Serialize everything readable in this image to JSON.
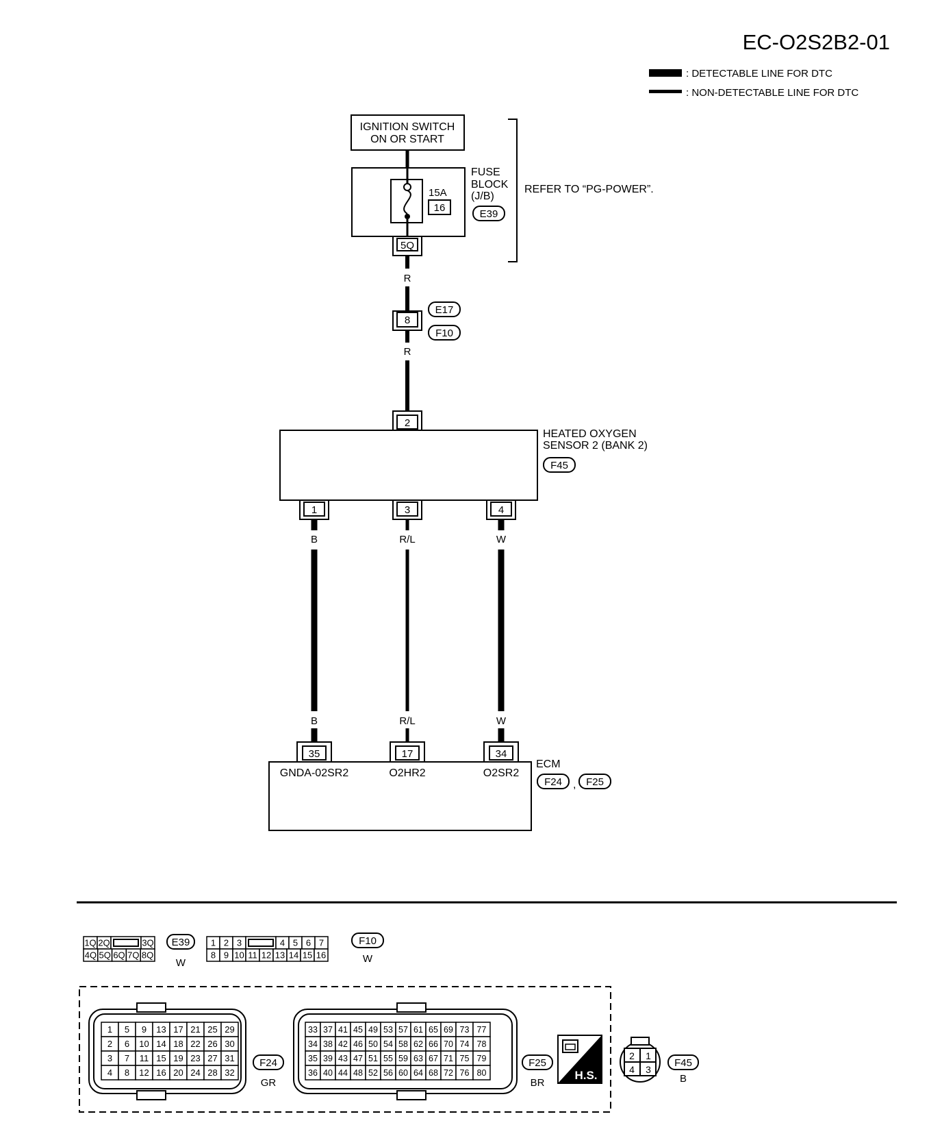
{
  "page_id": "EC-O2S2B2-01",
  "legend": {
    "detectable": ": DETECTABLE LINE FOR DTC",
    "non_detectable": ": NON-DETECTABLE LINE FOR DTC"
  },
  "ignition": {
    "line1": "IGNITION SWITCH",
    "line2": "ON OR START"
  },
  "fuse_block": {
    "label1": "FUSE",
    "label2": "BLOCK",
    "label3": "(J/B)",
    "connector": "E39",
    "fuse_rating": "15A",
    "fuse_number": "16",
    "terminal": "5Q",
    "refer": "REFER TO “PG-POWER”."
  },
  "joint": {
    "terminal": "8",
    "connector_top": "E17",
    "connector_bottom": "F10"
  },
  "wire_colors": {
    "power": "R",
    "ground": "B",
    "heater": "R/L",
    "signal": "W"
  },
  "sensor": {
    "label1": "HEATED OXYGEN",
    "label2": "SENSOR 2 (BANK 2)",
    "connector": "F45",
    "pins": [
      "2",
      "1",
      "3",
      "4"
    ]
  },
  "ecm": {
    "label": "ECM",
    "connector1": "F24",
    "connector2": "F25",
    "comma": ",",
    "pins": [
      "35",
      "17",
      "34"
    ],
    "signals": [
      "GNDA-02SR2",
      "O2HR2",
      "O2SR2"
    ]
  },
  "connectors": {
    "e39": {
      "code": "E39",
      "color": "W",
      "row1": [
        "1Q",
        "2Q",
        "",
        "3Q"
      ],
      "row2": [
        "4Q",
        "5Q",
        "6Q",
        "7Q",
        "8Q"
      ]
    },
    "f10": {
      "code": "F10",
      "color": "W",
      "row1": [
        "1",
        "2",
        "3",
        "",
        "4",
        "5",
        "6",
        "7"
      ],
      "row2": [
        "8",
        "9",
        "10",
        "11",
        "12",
        "13",
        "14",
        "15",
        "16"
      ]
    },
    "f24": {
      "code": "F24",
      "color": "GR",
      "rows": [
        [
          "1",
          "5",
          "9",
          "13",
          "17",
          "21",
          "25",
          "29"
        ],
        [
          "2",
          "6",
          "10",
          "14",
          "18",
          "22",
          "26",
          "30"
        ],
        [
          "3",
          "7",
          "11",
          "15",
          "19",
          "23",
          "27",
          "31"
        ],
        [
          "4",
          "8",
          "12",
          "16",
          "20",
          "24",
          "28",
          "32"
        ]
      ]
    },
    "f25": {
      "code": "F25",
      "color": "BR",
      "rows": [
        [
          "33",
          "37",
          "41",
          "45",
          "49",
          "53",
          "57",
          "61",
          "65",
          "69",
          "73",
          "77"
        ],
        [
          "34",
          "38",
          "42",
          "46",
          "50",
          "54",
          "58",
          "62",
          "66",
          "70",
          "74",
          "78"
        ],
        [
          "35",
          "39",
          "43",
          "47",
          "51",
          "55",
          "59",
          "63",
          "67",
          "71",
          "75",
          "79"
        ],
        [
          "36",
          "40",
          "44",
          "48",
          "52",
          "56",
          "60",
          "64",
          "68",
          "72",
          "76",
          "80"
        ]
      ]
    },
    "hs": "H.S.",
    "f45": {
      "code": "F45",
      "color": "B",
      "pins": [
        "2",
        "1",
        "4",
        "3"
      ]
    }
  }
}
